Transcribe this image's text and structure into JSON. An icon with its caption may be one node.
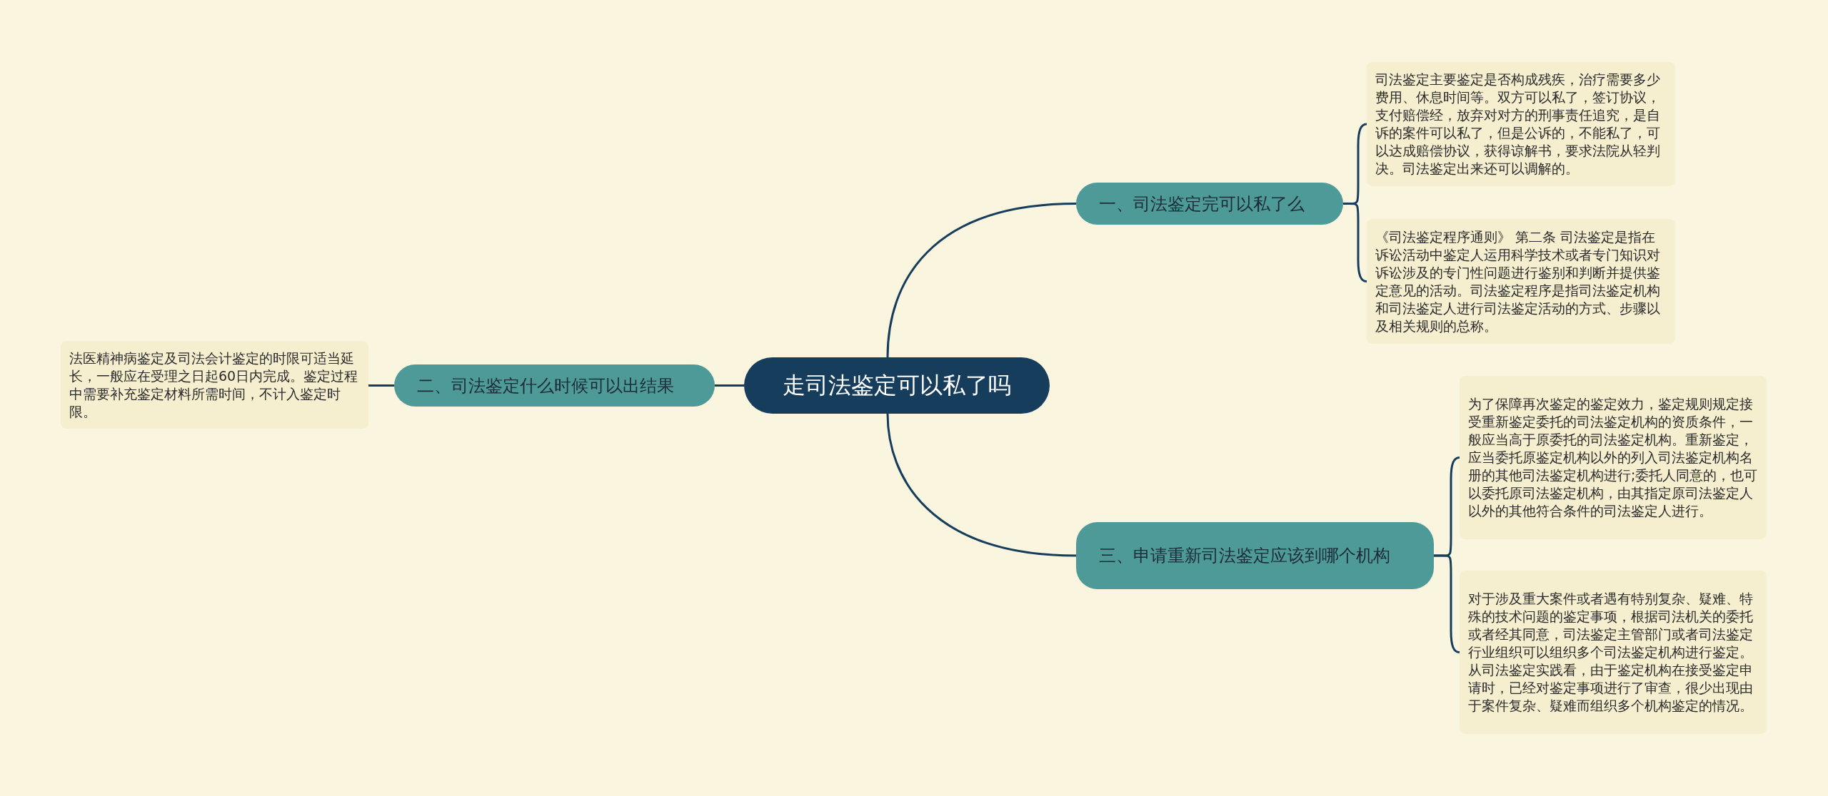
{
  "diagram": {
    "nodes": [
      {
        "text": [
          "走司法鉴定可以私了吗"
        ]
      },
      {
        "text": [
          "一、司法鉴定完可以私了么"
        ]
      },
      {
        "text": [
          "司法鉴定主要鉴定是否构成残疾，治疗需要多少费用、休息时间等。双方可以私了，签订协议，支付赔偿经，放弃对对方的刑事责任追究，是自诉的案件可以私了，但是公诉的，不能私了，可以达成赔偿协议，获得谅解书，要求法院从轻判决。司法鉴定出来还可以调解的。"
        ]
      },
      {
        "text": [
          "《司法鉴定程序通则》 第二条 司法鉴定是指在诉讼活动中鉴定人运用科学技术或者专门知识对诉讼涉及的专门性问题进行鉴别和判断并提供鉴定意见的活动。司法鉴定程序是指司法鉴定机构和司法鉴定人进行司法鉴定活动的方式、步骤以及相关规则的总称。"
        ]
      },
      {
        "text": [
          "二、司法鉴定什么时候可以出结果"
        ]
      },
      {
        "text": [
          "法医精神病鉴定及司法会计鉴定的时限可适当延长，一般应在受理之日起60日内完成。鉴定过程中需要补充鉴定材料所需时间，不计入鉴定时限。"
        ]
      },
      {
        "text": [
          "三、申请重新司法鉴定应该到哪个机构"
        ]
      },
      {
        "text": [
          "为了保障再次鉴定的鉴定效力，鉴定规则规定接受重新鉴定委托的司法鉴定机构的资质条件，一般应当高于原委托的司法鉴定机构。重新鉴定，应当委托原鉴定机构以外的列入司法鉴定机构名册的其他司法鉴定机构进行;委托人同意的，也可以委托原司法鉴定机构，由其指定原司法鉴定人以外的其他符合条件的司法鉴定人进行。"
        ]
      },
      {
        "text": [
          "对于涉及重大案件或者遇有特别复杂、疑难、特殊的技术问题的鉴定事项，根据司法机关的委托或者经其同意，司法鉴定主管部门或者司法鉴定行业组织可以组织多个司法鉴定机构进行鉴定。从司法鉴定实践看，由于鉴定机构在接受鉴定申请时，已经对鉴定事项进行了审查，很少出现由于案件复杂、疑难而组织多个机构鉴定的情况。"
        ]
      }
    ],
    "edges": [
      {
        "from": 0,
        "to": 1,
        "arrow": "none"
      },
      {
        "from": 1,
        "to": 2,
        "arrow": "none"
      },
      {
        "from": 1,
        "to": 3,
        "arrow": "none"
      },
      {
        "from": 0,
        "to": 4,
        "arrow": "none"
      },
      {
        "from": 4,
        "to": 5,
        "arrow": "none"
      },
      {
        "from": 0,
        "to": 6,
        "arrow": "none"
      },
      {
        "from": 6,
        "to": 7,
        "arrow": "none"
      },
      {
        "from": 6,
        "to": 8,
        "arrow": "none"
      }
    ]
  }
}
